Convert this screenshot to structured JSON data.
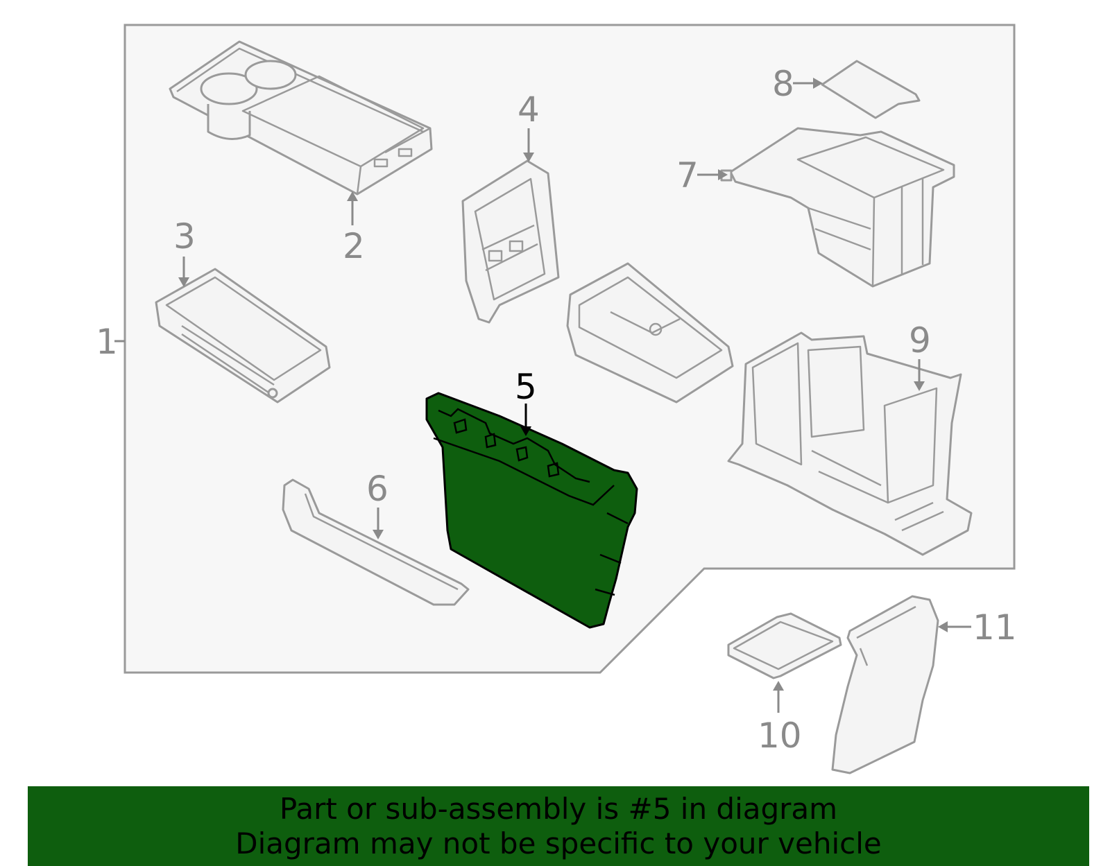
{
  "colors": {
    "highlight": "#0e5e0e",
    "banner_bg": "#0e5e0e",
    "outline": "#9a9a9a",
    "label": "#8a8a8a",
    "selected_label": "#000000",
    "frame_bg": "#f7f7f7"
  },
  "callouts": [
    {
      "id": "1",
      "label": "1"
    },
    {
      "id": "2",
      "label": "2"
    },
    {
      "id": "3",
      "label": "3"
    },
    {
      "id": "4",
      "label": "4"
    },
    {
      "id": "5",
      "label": "5",
      "selected": true
    },
    {
      "id": "6",
      "label": "6"
    },
    {
      "id": "7",
      "label": "7"
    },
    {
      "id": "8",
      "label": "8"
    },
    {
      "id": "9",
      "label": "9"
    },
    {
      "id": "10",
      "label": "10"
    },
    {
      "id": "11",
      "label": "11"
    }
  ],
  "banner": {
    "line1": "Part or sub-assembly is #5 in diagram",
    "line2": "Diagram may not be specific to your vehicle"
  }
}
